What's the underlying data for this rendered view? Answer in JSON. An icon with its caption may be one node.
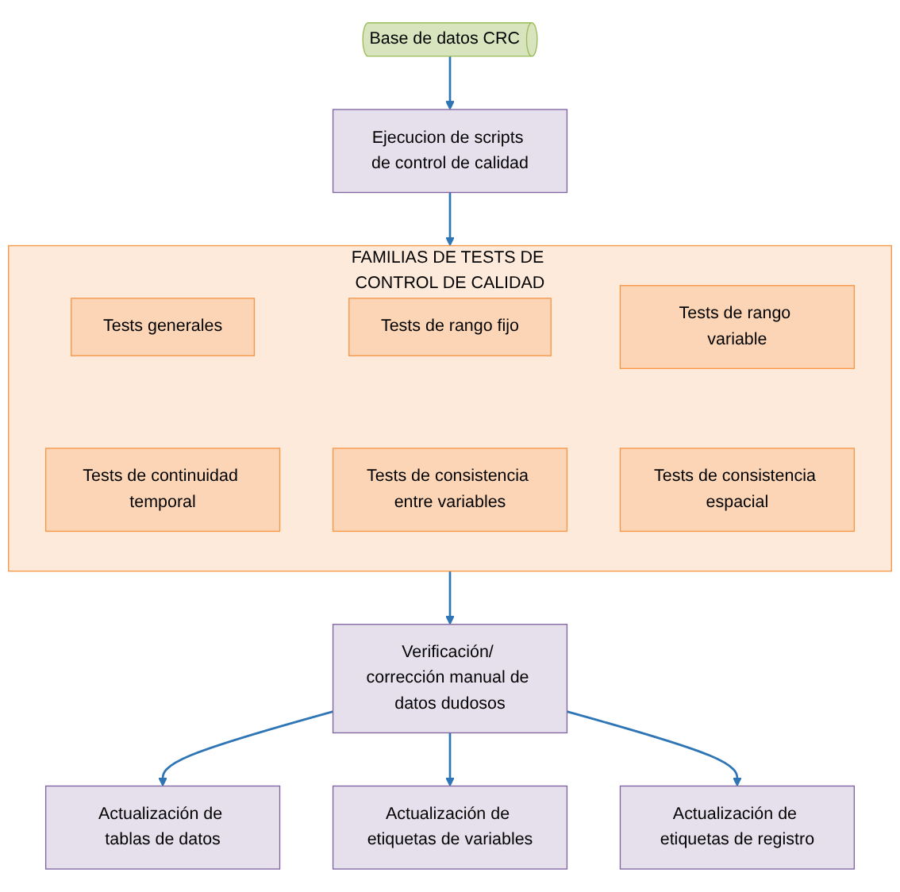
{
  "diagram": {
    "nodes": [
      {
        "text": [
          "Base de datos CRC"
        ]
      },
      {
        "text": [
          "Ejecucion de scripts de control de calidad"
        ]
      },
      {
        "text": [
          "FAMILIAS DE TESTS DE CONTROL DE CALIDAD"
        ]
      },
      {
        "text": [
          "Tests generales"
        ],
        "in": 2
      },
      {
        "text": [
          "Tests de rango fijo"
        ],
        "in": 2
      },
      {
        "text": [
          "Tests de rango variable"
        ],
        "in": 2
      },
      {
        "text": [
          "Tests de continuidad temporal"
        ],
        "in": 2
      },
      {
        "text": [
          "Tests de consistencia entre variables"
        ],
        "in": 2
      },
      {
        "text": [
          "Tests de consistencia espacial"
        ],
        "in": 2
      },
      {
        "text": [
          "Verificación/ corrección manual de datos dudosos"
        ]
      },
      {
        "text": [
          "Actualización de tablas de datos"
        ]
      },
      {
        "text": [
          "Actualización de etiquetas de variables"
        ]
      },
      {
        "text": [
          "Actualización de etiquetas de registro"
        ]
      }
    ],
    "edges": [
      {
        "from": 0,
        "to": 1,
        "arrow": "to"
      },
      {
        "from": 1,
        "to": 2,
        "arrow": "to"
      },
      {
        "from": 2,
        "to": 9,
        "arrow": "to"
      },
      {
        "from": 9,
        "to": 10,
        "arrow": "to"
      },
      {
        "from": 9,
        "to": 11,
        "arrow": "to"
      },
      {
        "from": 9,
        "to": 12,
        "arrow": "to"
      }
    ]
  }
}
